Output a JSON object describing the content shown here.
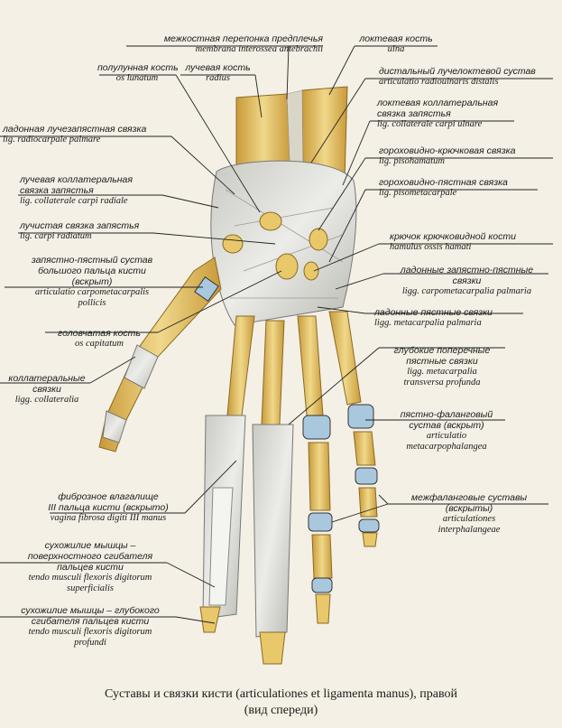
{
  "labels": {
    "membrana": {
      "ru": "межкостная перепонка предплечья",
      "la": "membrana interossea antebrachii"
    },
    "ulna": {
      "ru": "локтевая кость",
      "la": "ulna"
    },
    "lunatum": {
      "ru": "полулунная кость",
      "la": "os lunatum"
    },
    "radius": {
      "ru": "лучевая кость",
      "la": "radius"
    },
    "radioulnar": {
      "ru": "дистальный лучелоктевой сустав",
      "la": "articulatio radioulnaris distalis"
    },
    "radiocarpale": {
      "ru": "ладонная лучезапястная связка",
      "la": "lig. radiocarpale palmare"
    },
    "ulnare": {
      "ru1": "локтевая коллатеральная",
      "ru2": "связка запястья",
      "la": "lig. collaterale carpi ulnare"
    },
    "pisohamatum": {
      "ru": "гороховидно-крючковая связка",
      "la": "lig. pisohamatum"
    },
    "radiale": {
      "ru1": "лучевая коллатеральная",
      "ru2": "связка запястья",
      "la": "lig. collaterale carpi radiale"
    },
    "pisometacarpale": {
      "ru": "гороховидно-пястная связка",
      "la": "lig. pisometacarpale"
    },
    "radiatum": {
      "ru": "лучистая связка запястья",
      "la": "lig. carpi radiatum"
    },
    "hamulus": {
      "ru": "крючок крючковидной кости",
      "la": "hamulus ossis hamati"
    },
    "pollicis": {
      "ru1": "запястно-пястный сустав",
      "ru2": "большого пальца кисти",
      "ru3": "(вскрыт)",
      "la1": "articulatio carpometacarpalis",
      "la2": "pollicis"
    },
    "carpometacarpalia": {
      "ru1": "ладонные запястно-пястные",
      "ru2": "связки",
      "la": "ligg. carpometacarpalia palmaria"
    },
    "metacarpalia_palm": {
      "ru": "ладонные пястные связки",
      "la": "ligg. metacarpalia palmaria"
    },
    "capitatum": {
      "ru": "головчатая кость",
      "la": "os capitatum"
    },
    "transversa": {
      "ru1": "глубокие поперечные",
      "ru2": "пястные связки",
      "la1": "ligg. metacarpalia",
      "la2": "transversa profunda"
    },
    "collateralia": {
      "ru1": "коллатеральные",
      "ru2": "связки",
      "la": "ligg. collateralia"
    },
    "mcp": {
      "ru1": "пястно-фаланговый",
      "ru2": "сустав (вскрыт)",
      "la1": "articulatio",
      "la2": "metacarpophalangea"
    },
    "vagina": {
      "ru1": "фиброзное влагалище",
      "ru2": "III пальца кисти (вскрыто)",
      "la": "vagina fibrosa digiti III manus"
    },
    "interphalangeae": {
      "ru1": "межфаланговые суставы",
      "ru2": "(вскрыты)",
      "la1": "articulationes",
      "la2": "interphalangeae"
    },
    "superficialis": {
      "ru1": "сухожилие мышцы –",
      "ru2": "поверхностного сгибателя",
      "ru3": "пальцев кисти",
      "la1": "tendo musculi flexoris digitorum",
      "la2": "superficialis"
    },
    "profundi": {
      "ru1": "сухожилие мышцы – глубокого",
      "ru2": "сгибателя пальцев кисти",
      "la1": "tendo musculi flexoris digitorum",
      "la2": "profundi"
    }
  },
  "caption": {
    "line1": "Суставы и связки кисти (articulationes et ligamenta manus), правой",
    "line2": "(вид спереди)"
  },
  "colors": {
    "bone": "#e6c76a",
    "bone_dark": "#c79c3a",
    "ligament": "#d8d8d4",
    "cartilage": "#a9c8de",
    "line": "#222222"
  }
}
